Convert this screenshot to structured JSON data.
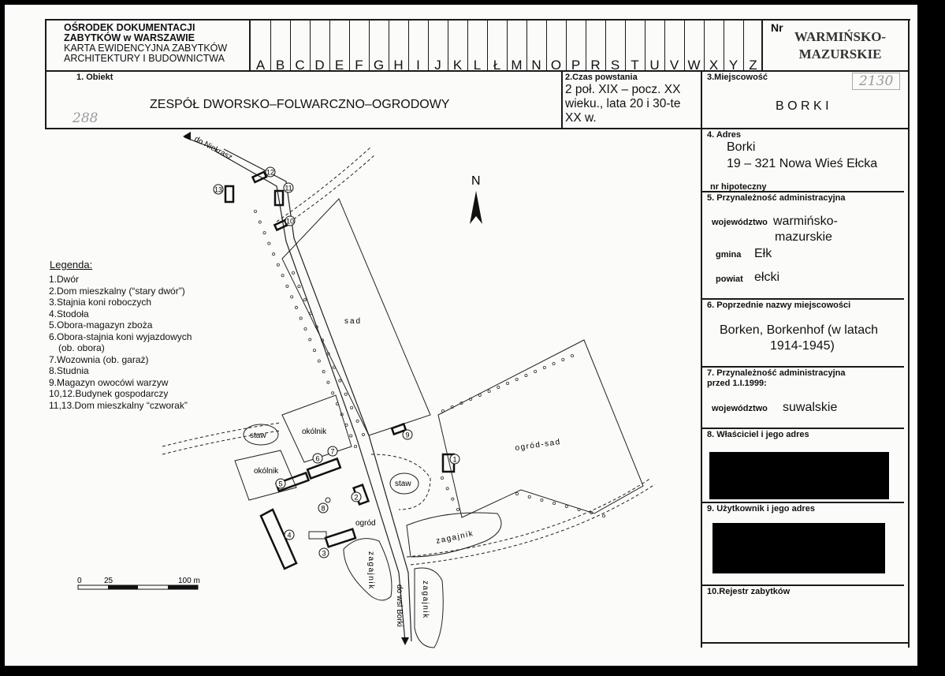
{
  "header": {
    "institution_line1": "OŚRODEK DOKUMENTACJI",
    "institution_line2": "ZABYTKÓW w WARSZAWIE",
    "card_line1": "KARTA EWIDENCYJNA ZABYTKÓW",
    "card_line2": "ARCHITEKTURY I BUDOWNICTWA",
    "letters": [
      "A",
      "B",
      "C",
      "D",
      "E",
      "F",
      "G",
      "H",
      "I",
      "J",
      "K",
      "L",
      "Ł",
      "M",
      "N",
      "O",
      "P",
      "R",
      "S",
      "T",
      "U",
      "V",
      "W",
      "X",
      "Y",
      "Z"
    ],
    "nr_label": "Nr",
    "nr_value_line1": "WARMIŃSKO-",
    "nr_value_line2": "MAZURSKIE",
    "nr_handwritten": "2130"
  },
  "fields": {
    "obiekt_label": "1. Obiekt",
    "obiekt_value": "ZESPÓŁ DWORSKO–FOLWARCZNO–OGRODOWY",
    "obiekt_handwritten": "288",
    "czas_label": "2.Czas powstania",
    "czas_value": [
      "2 poł. XIX – pocz. XX",
      "wieku., lata 20 i 30-te",
      "XX w."
    ],
    "miejscowosc_label": "3.Miejscowość",
    "miejscowosc_value": "B O R K I",
    "adres_label": "4. Adres",
    "adres_line1": "Borki",
    "adres_line2": "19 – 321 Nowa Wieś Ełcka",
    "nr_hipoteczny_label": "nr hipoteczny",
    "przynaleznosc_label": "5. Przynależność administracyjna",
    "wojewodztwo_label": "województwo",
    "wojewodztwo_value_line1": "warmińsko-",
    "wojewodztwo_value_line2": "mazurskie",
    "gmina_label": "gmina",
    "gmina_value": "Ełk",
    "powiat_label": "powiat",
    "powiat_value": "ełcki",
    "poprzednie_label": "6. Poprzednie nazwy miejscowości",
    "poprzednie_line1": "Borken, Borkenhof (w latach",
    "poprzednie_line2": "1914-1945)",
    "przynaleznosc_przed_label_line1": "7. Przynależność administracyjna",
    "przynaleznosc_przed_label_line2": "przed 1.I.1999:",
    "wojewodztwo_przed_label": "województwo",
    "wojewodztwo_przed_value": "suwalskie",
    "wlasciciel_label": "8. Właściciel i jego adres",
    "uzytkownik_label": "9. Użytkownik i jego adres",
    "rejestr_label": "10.Rejestr zabytków"
  },
  "legend": {
    "title": "Legenda:",
    "items": [
      "1.Dwór",
      "2.Dom mieszkalny (“stary dwór”)",
      "3.Stajnia koni roboczych",
      "4.Stodoła",
      "5.Obora-magazyn zboża",
      "6.Obora-stajnia koni wyjazdowych",
      "  (ob. obora)",
      "7.Wozownia (ob. garaż)",
      "8.Studnia",
      "9.Magazyn owocówi warzyw",
      "10,12.Budynek gospodarczy",
      "11,13.Dom mieszkalny “czworak”"
    ]
  },
  "map": {
    "north": "N",
    "road_top": "do Niekrasz",
    "road_bottom": "do wsi Borki",
    "sad": "sad",
    "ogrod_sad": "ogród-sad",
    "staw": "staw",
    "okolnik": "okólnik",
    "ogrod": "ogród",
    "zagajnik": "zagajnik",
    "scale_0": "0",
    "scale_25": "25",
    "scale_100": "100 m",
    "building_numbers": [
      "1",
      "2",
      "3",
      "4",
      "5",
      "6",
      "7",
      "8",
      "9",
      "10",
      "11",
      "12",
      "13"
    ]
  }
}
